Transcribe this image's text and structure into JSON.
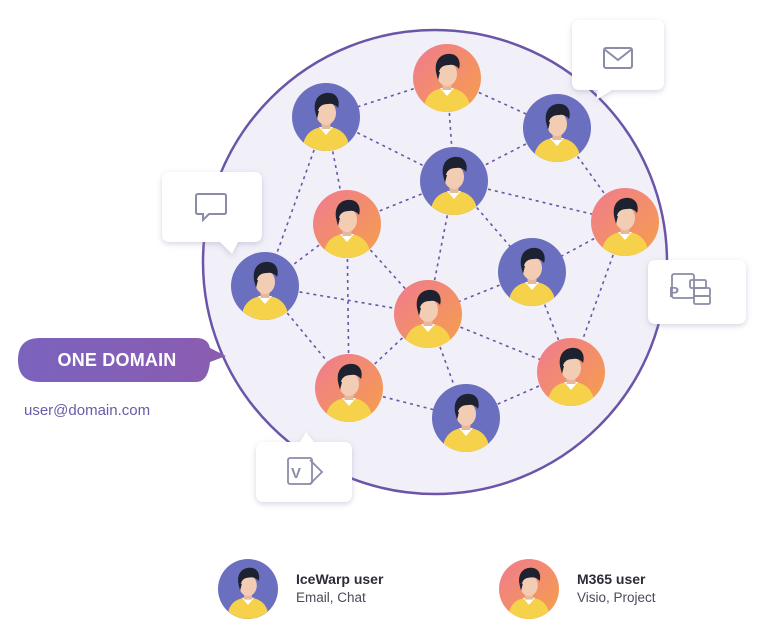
{
  "domain_badge": {
    "label": "ONE DOMAIN",
    "address": "user@domain.com"
  },
  "legend": [
    {
      "title": "IceWarp user",
      "subtitle": "Email, Chat",
      "type": "icewarp"
    },
    {
      "title": "M365 user",
      "subtitle": "Visio, Project",
      "type": "m365"
    }
  ],
  "app_bubbles": [
    {
      "icon": "envelope-icon"
    },
    {
      "icon": "chat-bubble-icon"
    },
    {
      "icon": "ms-project-icon",
      "letter": "P"
    },
    {
      "icon": "ms-visio-icon",
      "letter": "V"
    }
  ],
  "users": [
    {
      "id": "u1",
      "type": "m365"
    },
    {
      "id": "u2",
      "type": "icewarp"
    },
    {
      "id": "u3",
      "type": "icewarp"
    },
    {
      "id": "u4",
      "type": "icewarp"
    },
    {
      "id": "u5",
      "type": "m365"
    },
    {
      "id": "u6",
      "type": "m365"
    },
    {
      "id": "u7",
      "type": "icewarp"
    },
    {
      "id": "u8",
      "type": "icewarp"
    },
    {
      "id": "u9",
      "type": "m365"
    },
    {
      "id": "u10",
      "type": "m365"
    },
    {
      "id": "u11",
      "type": "m365"
    },
    {
      "id": "u12",
      "type": "icewarp"
    }
  ],
  "colors": {
    "icewarp_avatar": "#6a6fbf",
    "m365_avatar_start": "#f07a90",
    "m365_avatar_end": "#f5a04a",
    "circle_fill": "#f1eff7",
    "circle_stroke": "#6b55a8",
    "link": "#6b55a8",
    "badge": "#7d5db4"
  }
}
